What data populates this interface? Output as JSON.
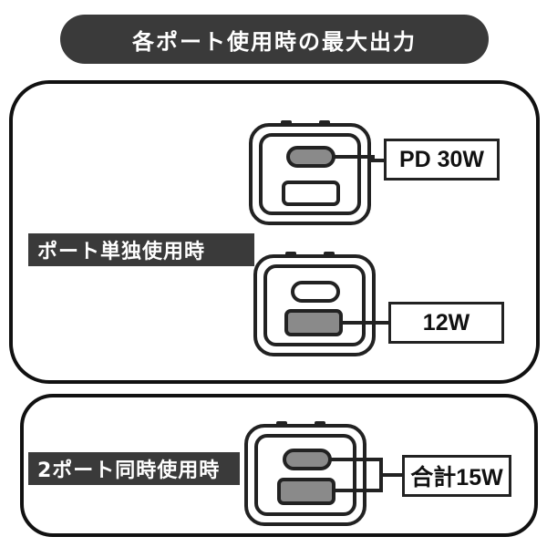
{
  "title": "各ポート使用時の最大出力",
  "sections": [
    {
      "label": "ポート単独使用時",
      "chargers": [
        {
          "active_port": "usb-c",
          "output": "PD 30W"
        },
        {
          "active_port": "usb-a",
          "output": "12W"
        }
      ]
    },
    {
      "label": "2ポート同時使用時",
      "chargers": [
        {
          "active_port": "both",
          "output": "合計15W"
        }
      ]
    }
  ],
  "colors": {
    "dark_fill": "#3a3a3a",
    "port_gray": "#8a8a8a",
    "outline": "#222222",
    "background": "#ffffff"
  }
}
